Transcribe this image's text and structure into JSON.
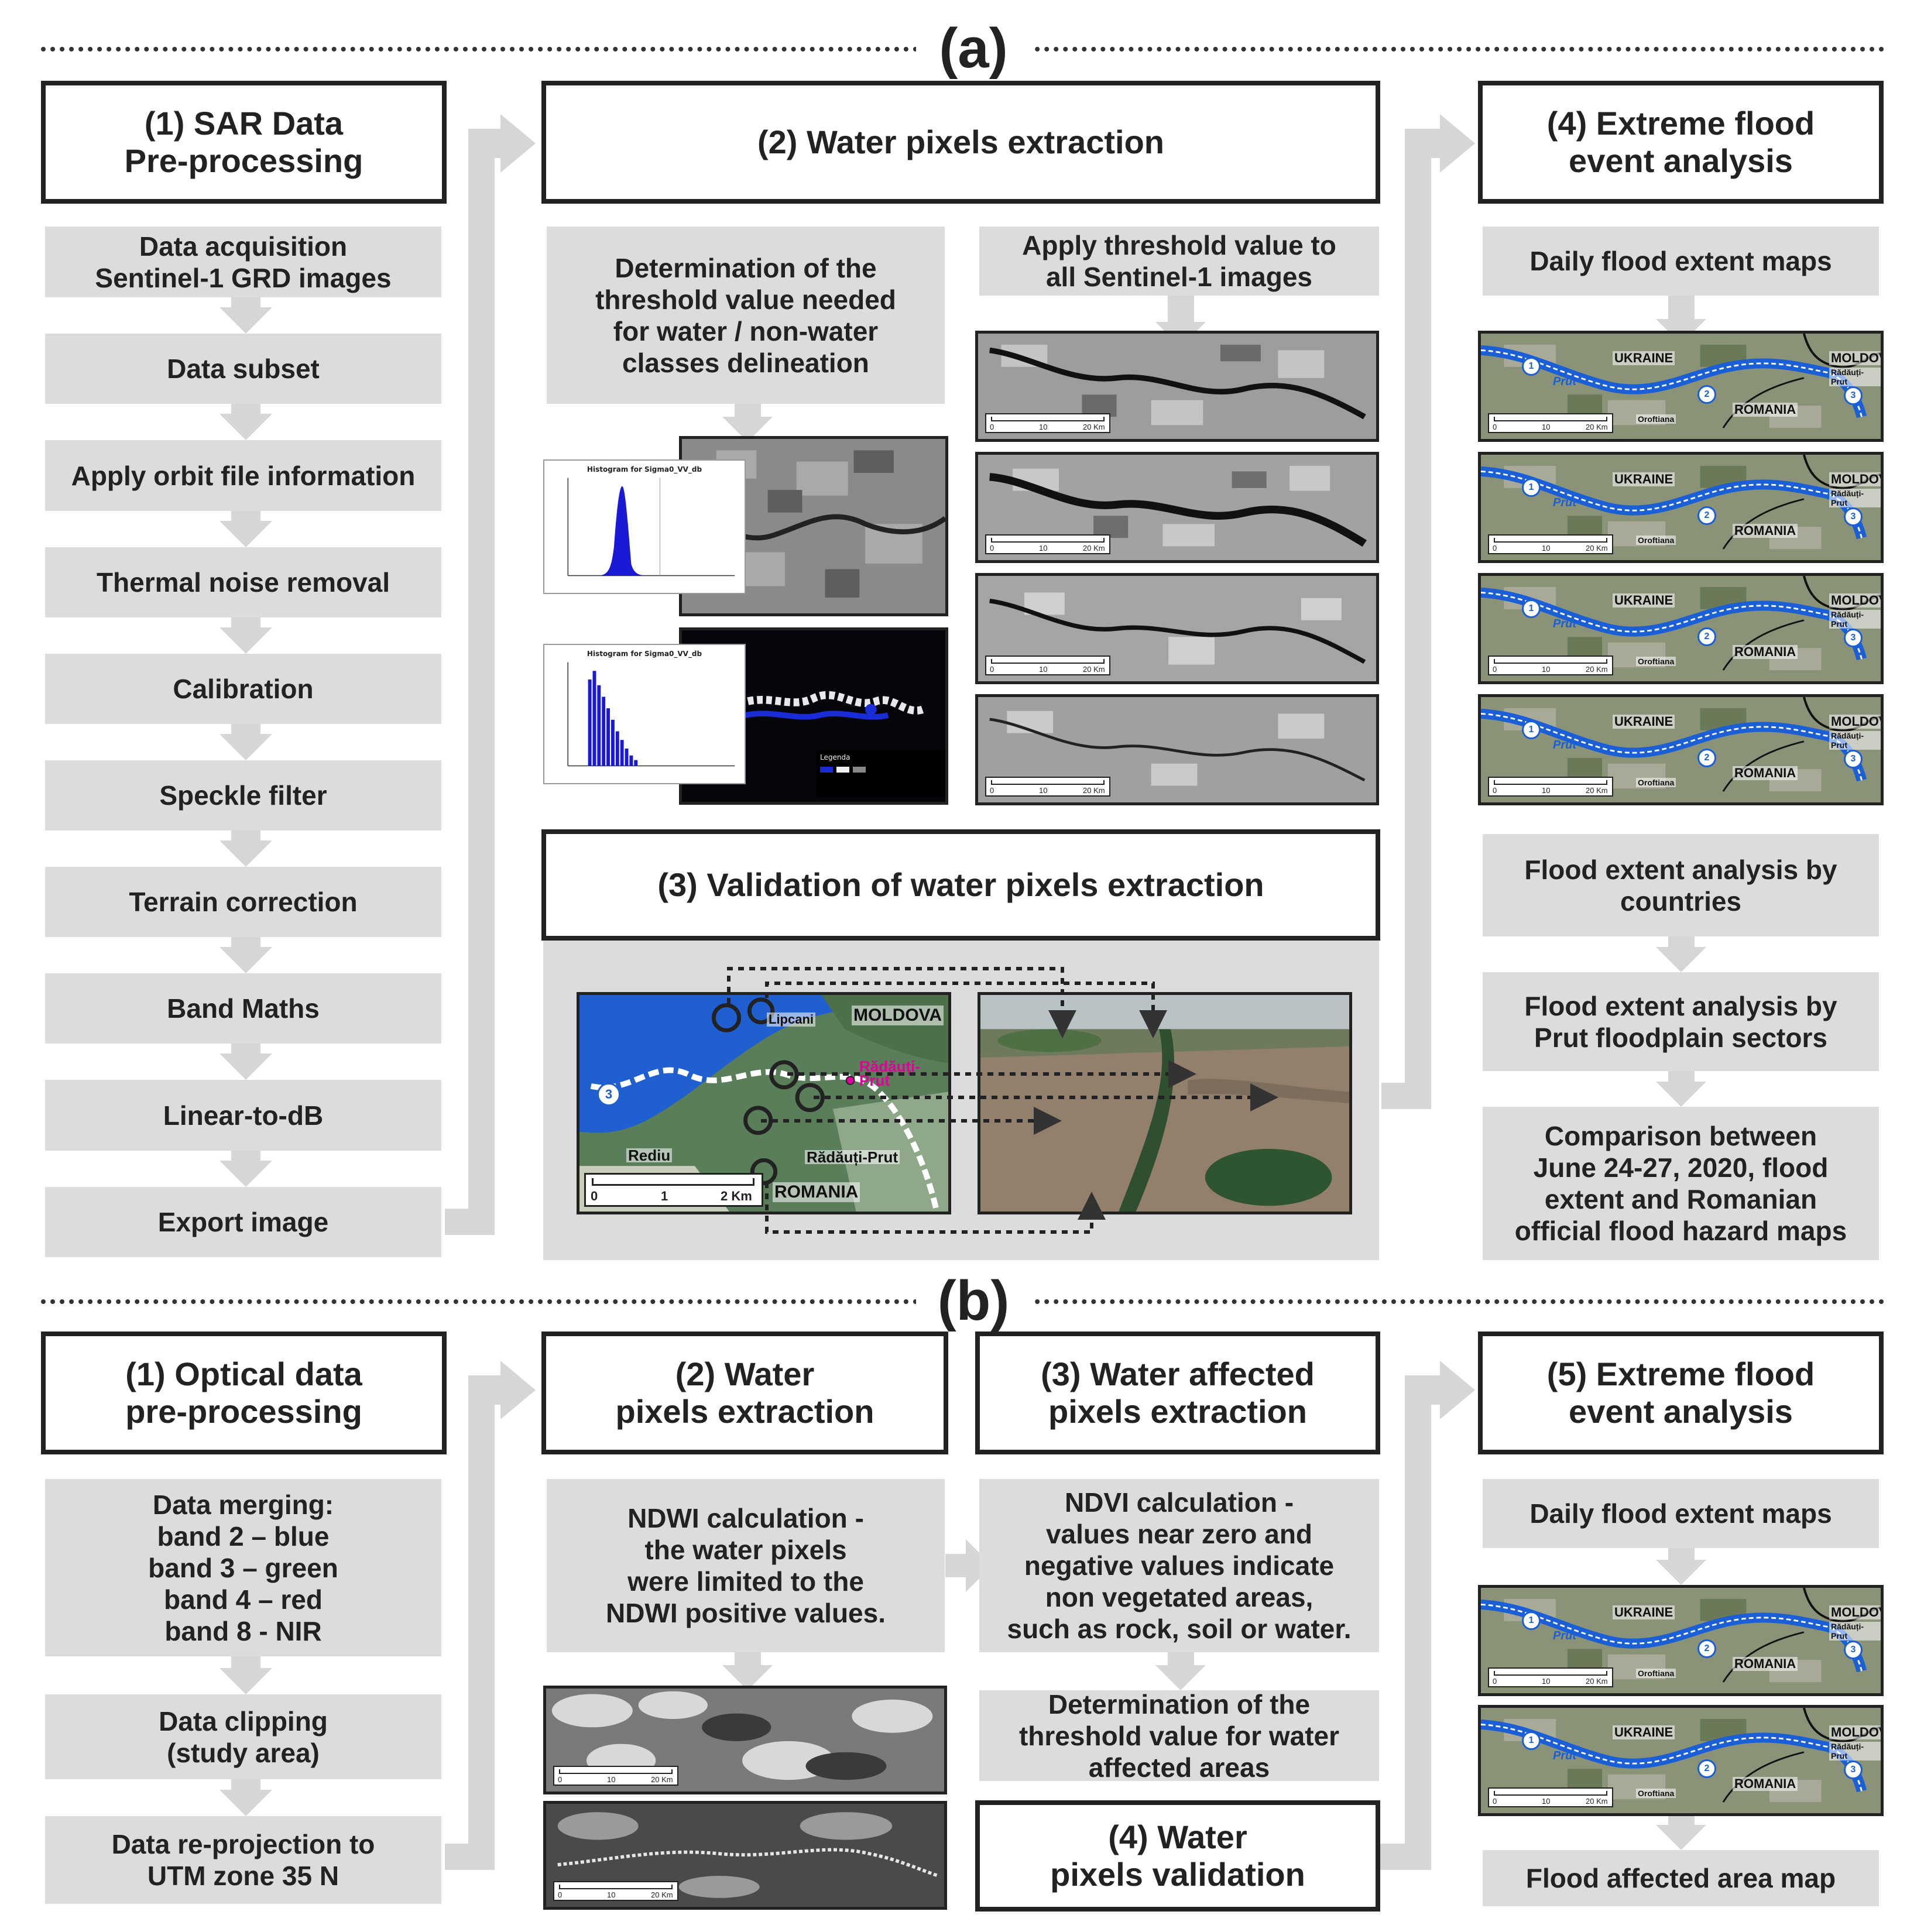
{
  "section_a": {
    "label": "(a)",
    "col1": {
      "header": "(1) SAR Data\nPre-processing",
      "steps": [
        "Data acquisition\nSentinel-1 GRD images",
        "Data subset",
        "Apply orbit file information",
        "Thermal noise removal",
        "Calibration",
        "Speckle filter",
        "Terrain correction",
        "Band Maths",
        "Linear-to-dB",
        "Export image"
      ]
    },
    "col2": {
      "header": "(2) Water pixels extraction",
      "threshold_text": "Determination of the\nthreshold value needed\nfor water / non-water\nclasses delineation",
      "apply_text": "Apply threshold value to\nall Sentinel-1 images",
      "histogram1_title": "Histogram for Sigma0_VV_db",
      "histogram2_title": "Histogram for Sigma0_VV_db",
      "legend_title": "Legenda"
    },
    "col3": {
      "header": "(3) Validation of water pixels extraction",
      "map_labels": {
        "moldova": "MOLDOVA",
        "romania": "ROMANIA",
        "radauti_prut_pink": "Rădăuți-Prut",
        "radauti_prut": "Rădăuți-Prut",
        "rediu": "Rediu",
        "lipcani": "Lipcani",
        "marker": "3"
      },
      "scale": {
        "s0": "0",
        "s1": "1",
        "s2": "2 Km"
      }
    },
    "col4": {
      "header": "(4) Extreme flood\nevent analysis",
      "daily_maps": "Daily flood extent maps",
      "by_countries": "Flood extent analysis by\ncountries",
      "by_sectors": "Flood extent analysis by\nPrut floodplain sectors",
      "comparison": "Comparison between\nJune 24-27, 2020, flood\nextent and Romanian\nofficial flood hazard maps"
    },
    "sar_scale": {
      "s0": "0",
      "s1": "10",
      "s2": "20 Km"
    },
    "flood_map_labels": {
      "ukraine": "UKRAINE",
      "moldova": "MOLDOVA",
      "romania": "ROMANIA",
      "prut": "Prut",
      "radauti": "Rădăuți-Prut",
      "oroftiana": "Oroftiana",
      "m1": "1",
      "m2": "2",
      "m3": "3"
    }
  },
  "section_b": {
    "label": "(b)",
    "col1": {
      "header": "(1) Optical data\npre-processing",
      "steps": [
        "Data merging:\nband 2 – blue\nband 3 – green\nband 4 – red\nband 8 - NIR",
        "Data clipping\n(study area)",
        "Data re-projection to\nUTM zone 35 N"
      ]
    },
    "col2": {
      "header": "(2) Water\npixels extraction",
      "ndwi": "NDWI calculation -\nthe water pixels\nwere limited to the\nNDWI positive values."
    },
    "col3": {
      "header": "(3) Water affected\npixels extraction",
      "ndvi": "NDVI calculation -\nvalues near zero and\nnegative values indicate\nnon vegetated areas,\nsuch as rock, soil or water.",
      "threshold": "Determination of the\nthreshold value for water\naffected areas",
      "validation_header": "(4) Water\npixels validation"
    },
    "col5": {
      "header": "(5) Extreme flood\nevent analysis",
      "daily_maps": "Daily flood extent maps",
      "affected": "Flood affected area map"
    }
  },
  "colors": {
    "box_gray": "#dcdcdc",
    "arrow_gray": "#d6d6d6",
    "border": "#222222",
    "flood_blue": "#1a5fd6",
    "magenta": "#e0009a"
  }
}
